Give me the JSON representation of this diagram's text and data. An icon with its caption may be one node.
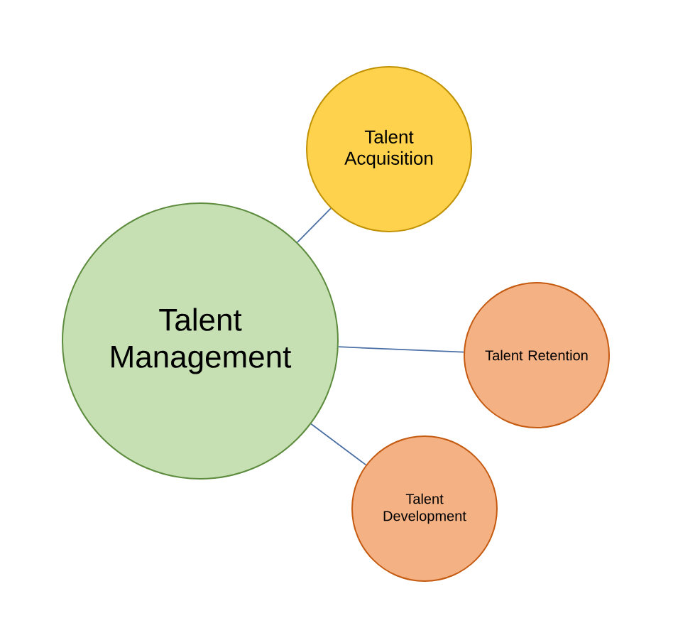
{
  "diagram": {
    "nodes": [
      {
        "text": [
          "Talent Management"
        ]
      },
      {
        "text": [
          "Talent Acquisition"
        ]
      },
      {
        "text": [
          "Talent Retention"
        ]
      },
      {
        "text": [
          "Talent Development"
        ]
      }
    ],
    "edges": [
      {
        "from": 0,
        "to": 1,
        "arrow": "none"
      },
      {
        "from": 0,
        "to": 2,
        "arrow": "none"
      },
      {
        "from": 0,
        "to": 3,
        "arrow": "none"
      }
    ]
  }
}
